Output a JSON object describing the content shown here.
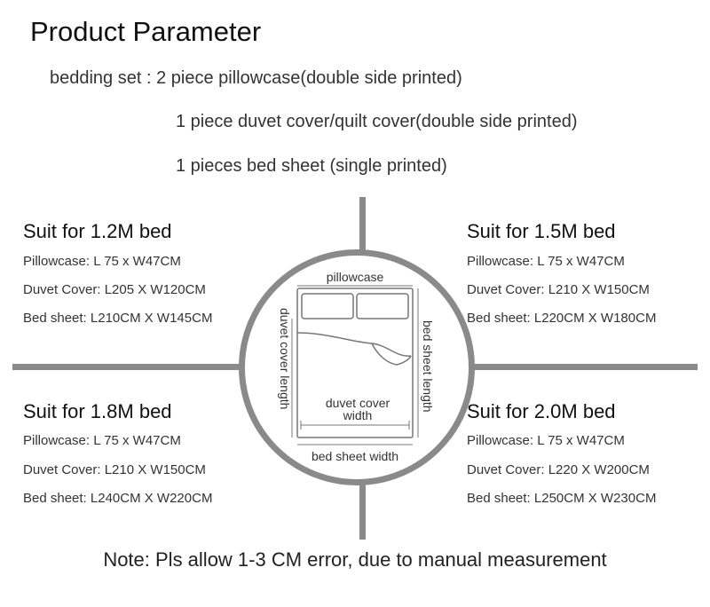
{
  "page": {
    "title": "Product Parameter",
    "intro": [
      "bedding set : 2 piece pillowcase(double side printed)",
      "1 piece duvet cover/quilt cover(double side printed)",
      "1 pieces bed sheet (single printed)"
    ],
    "note": "Note: Pls allow 1-3 CM error, due to manual measurement"
  },
  "diagram": {
    "pillowcase": "pillowcase",
    "duvet_cover_length": "duvet cover length",
    "bed_sheet_length": "bed sheet length",
    "duvet_cover_width_line1": "duvet cover",
    "duvet_cover_width_line2": "width",
    "bed_sheet_width": "bed sheet width"
  },
  "suits": [
    {
      "heading": "Suit for 1.2M bed",
      "pillowcase": "Pillowcase: L 75 x W47CM",
      "duvet": "Duvet Cover: L205 X W120CM",
      "sheet": "Bed sheet: L210CM X W145CM"
    },
    {
      "heading": "Suit for 1.5M bed",
      "pillowcase": "Pillowcase: L 75 x W47CM",
      "duvet": "Duvet Cover: L210 X W150CM",
      "sheet": "Bed sheet: L220CM X W180CM"
    },
    {
      "heading": "Suit for 1.8M bed",
      "pillowcase": "Pillowcase: L 75 x W47CM",
      "duvet": "Duvet Cover: L210 X W150CM",
      "sheet": "Bed sheet: L240CM X W220CM"
    },
    {
      "heading": "Suit for 2.0M bed",
      "pillowcase": "Pillowcase: L 75 x W47CM",
      "duvet": "Duvet Cover: L220 X W200CM",
      "sheet": "Bed sheet: L250CM X W230CM"
    }
  ],
  "colors": {
    "divider": "#8a8a8a",
    "text": "#222222"
  }
}
